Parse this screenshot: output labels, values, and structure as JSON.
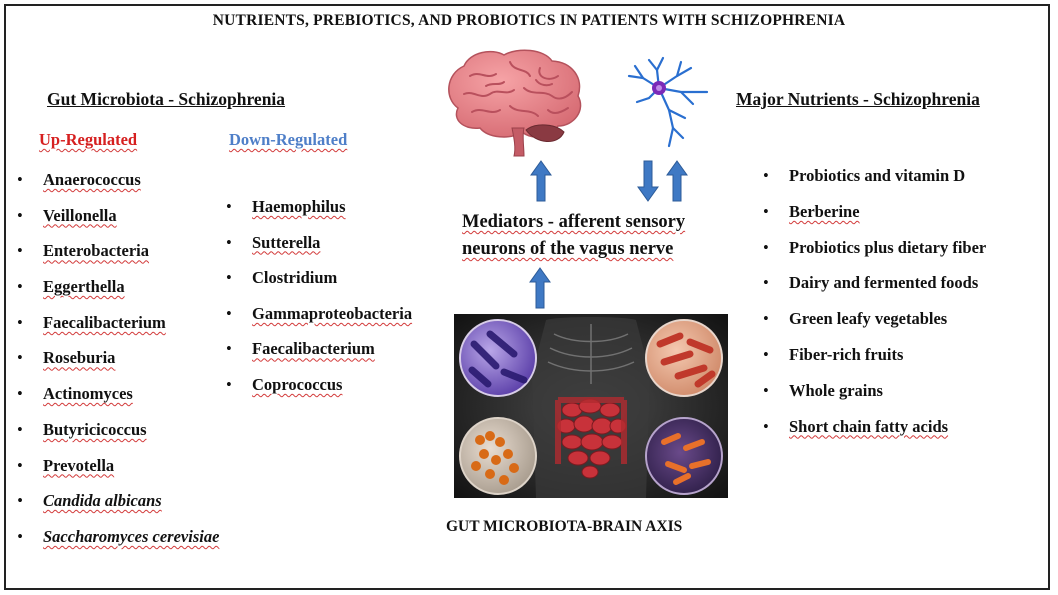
{
  "title": "NUTRIENTS, PREBIOTICS, AND PROBIOTICS IN PATIENTS WITH SCHIZOPHRENIA",
  "gut_microbiota": {
    "heading": "Gut Microbiota - Schizophrenia",
    "up": {
      "label": "Up-Regulated",
      "color": "#d62020",
      "items": [
        "Anaerococcus",
        "Veillonella",
        "Enterobacteria",
        "Eggerthella",
        "Faecalibacterium",
        "Roseburia",
        "Actinomyces",
        "Butyricicoccus",
        "Prevotella",
        "Candida albicans",
        "Saccharomyces cerevisiae"
      ]
    },
    "down": {
      "label": "Down-Regulated",
      "color": "#4f7fc8",
      "items": [
        "Haemophilus",
        "Sutterella",
        "Clostridium",
        "Gammaproteobacteria",
        "Faecalibacterium",
        "Coprococcus"
      ]
    }
  },
  "center": {
    "mediators_line1": "Mediators - afferent sensory",
    "mediators_line2": "neurons of the vagus nerve",
    "axis_label": "GUT MICROBIOTA-BRAIN AXIS",
    "arrow_color": "#3f79c4",
    "icons": [
      "brain-icon",
      "neuron-icon",
      "gut-microbiota-image"
    ]
  },
  "nutrients": {
    "heading": "Major Nutrients - Schizophrenia",
    "items": [
      "Probiotics and vitamin D",
      "Berberine",
      "Probiotics plus dietary fiber",
      "Dairy and fermented foods",
      "Green leafy vegetables",
      "Fiber-rich fruits",
      "Whole grains",
      "Short chain fatty acids"
    ]
  }
}
